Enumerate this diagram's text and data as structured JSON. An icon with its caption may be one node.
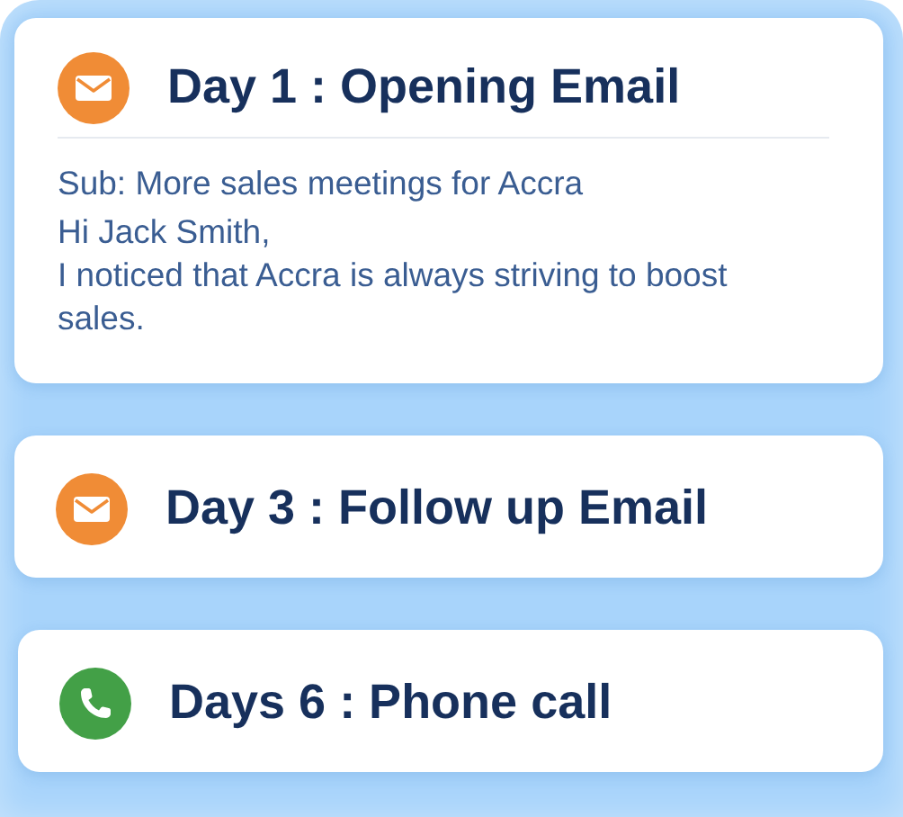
{
  "diagram": {
    "nodes": [
      {
        "text": [
          "Day 1 : Opening Email",
          "Sub: More sales meetings for Accra",
          "Hi Jack Smith,",
          "I noticed that Accra is always striving to boost sales."
        ]
      },
      {
        "text": [
          "Day 3 : Follow up Email"
        ]
      },
      {
        "text": [
          "Days 6 : Phone call"
        ]
      }
    ]
  }
}
